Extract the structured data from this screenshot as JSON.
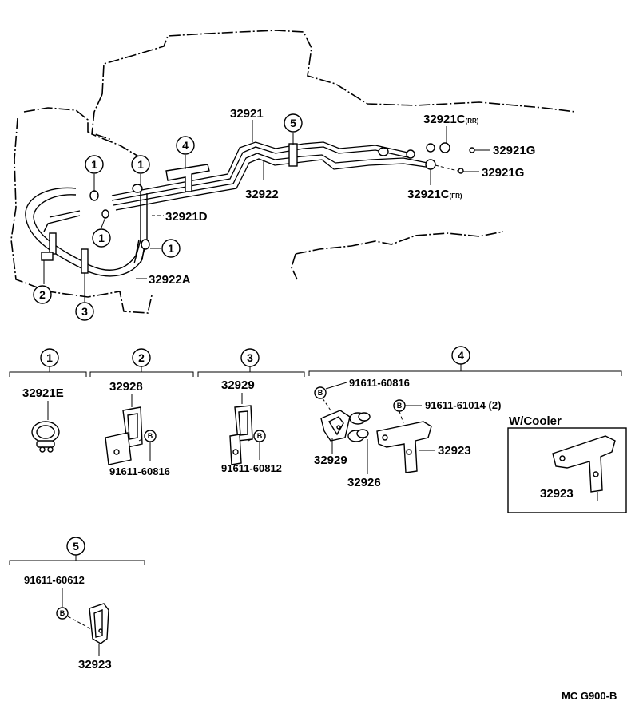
{
  "diagram_code": "MC G900-B",
  "overview": {
    "labels": {
      "p32921": "32921",
      "p32922": "32922",
      "p32921D": "32921D",
      "p32922A": "32922A",
      "p32921C_rr": "32921C",
      "p32921C_rr_sub": "(RR)",
      "p32921C_fr": "32921C",
      "p32921C_fr_sub": "(FR)",
      "p32921G_a": "32921G",
      "p32921G_b": "32921G"
    },
    "callouts": [
      "1",
      "2",
      "3",
      "4",
      "5"
    ]
  },
  "groups": [
    {
      "num": "1",
      "parts": [
        "32921E"
      ]
    },
    {
      "num": "2",
      "parts": [
        "32928",
        "91611-60816"
      ]
    },
    {
      "num": "3",
      "parts": [
        "32929",
        "91611-60812"
      ]
    },
    {
      "num": "4",
      "parts": [
        "91611-60816",
        "91611-61014 (2)",
        "32929",
        "32926",
        "32923"
      ],
      "box_title": "W/Cooler",
      "box_part": "32923"
    },
    {
      "num": "5",
      "parts": [
        "91611-60612",
        "32923"
      ]
    }
  ],
  "bolt_symbol": "B"
}
